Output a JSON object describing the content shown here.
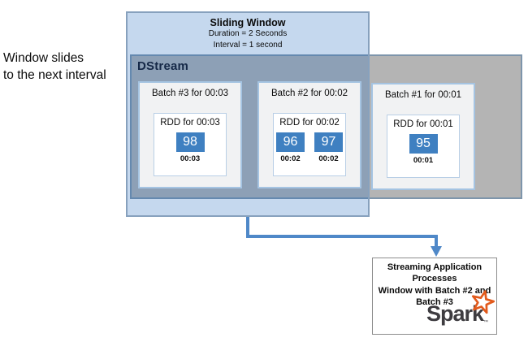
{
  "left_note": {
    "line1": "Window slides",
    "line2": "to the next interval"
  },
  "sliding_window": {
    "title": "Sliding Window",
    "duration_label": "Duration = 2 Seconds",
    "interval_label": "Interval = 1 second"
  },
  "dstream": {
    "label": "DStream"
  },
  "batches": [
    {
      "title": "Batch #3 for 00:03",
      "rdd_title": "RDD for 00:03",
      "cells": [
        {
          "value": "98",
          "time": "00:03"
        }
      ]
    },
    {
      "title": "Batch #2 for 00:02",
      "rdd_title": "RDD for 00:02",
      "cells": [
        {
          "value": "96",
          "time": "00:02"
        },
        {
          "value": "97",
          "time": "00:02"
        }
      ]
    },
    {
      "title": "Batch #1 for 00:01",
      "rdd_title": "RDD for 00:01",
      "cells": [
        {
          "value": "95",
          "time": "00:01"
        }
      ]
    }
  ],
  "process_box": {
    "lines": [
      "Streaming Application",
      "Processes",
      "Window with Batch #2 and",
      "Batch #3"
    ],
    "logo_text": "Spark",
    "logo_tm": "™"
  },
  "colors": {
    "dstream-gray": "#b4b4b4",
    "dstream-border": "#7e95ab",
    "window-overlay": "rgba(32,106,188,0.26)",
    "window-border": "#87a1bd",
    "batch-border": "#a5c4e2",
    "rdd-border": "#b9cfe6",
    "cell-blue": "#3f80c1",
    "arrow-blue": "#4f88c8",
    "process-border": "#8c8c8c",
    "spark-orange": "#e25a1c",
    "spark-gray": "#3e3c40"
  }
}
